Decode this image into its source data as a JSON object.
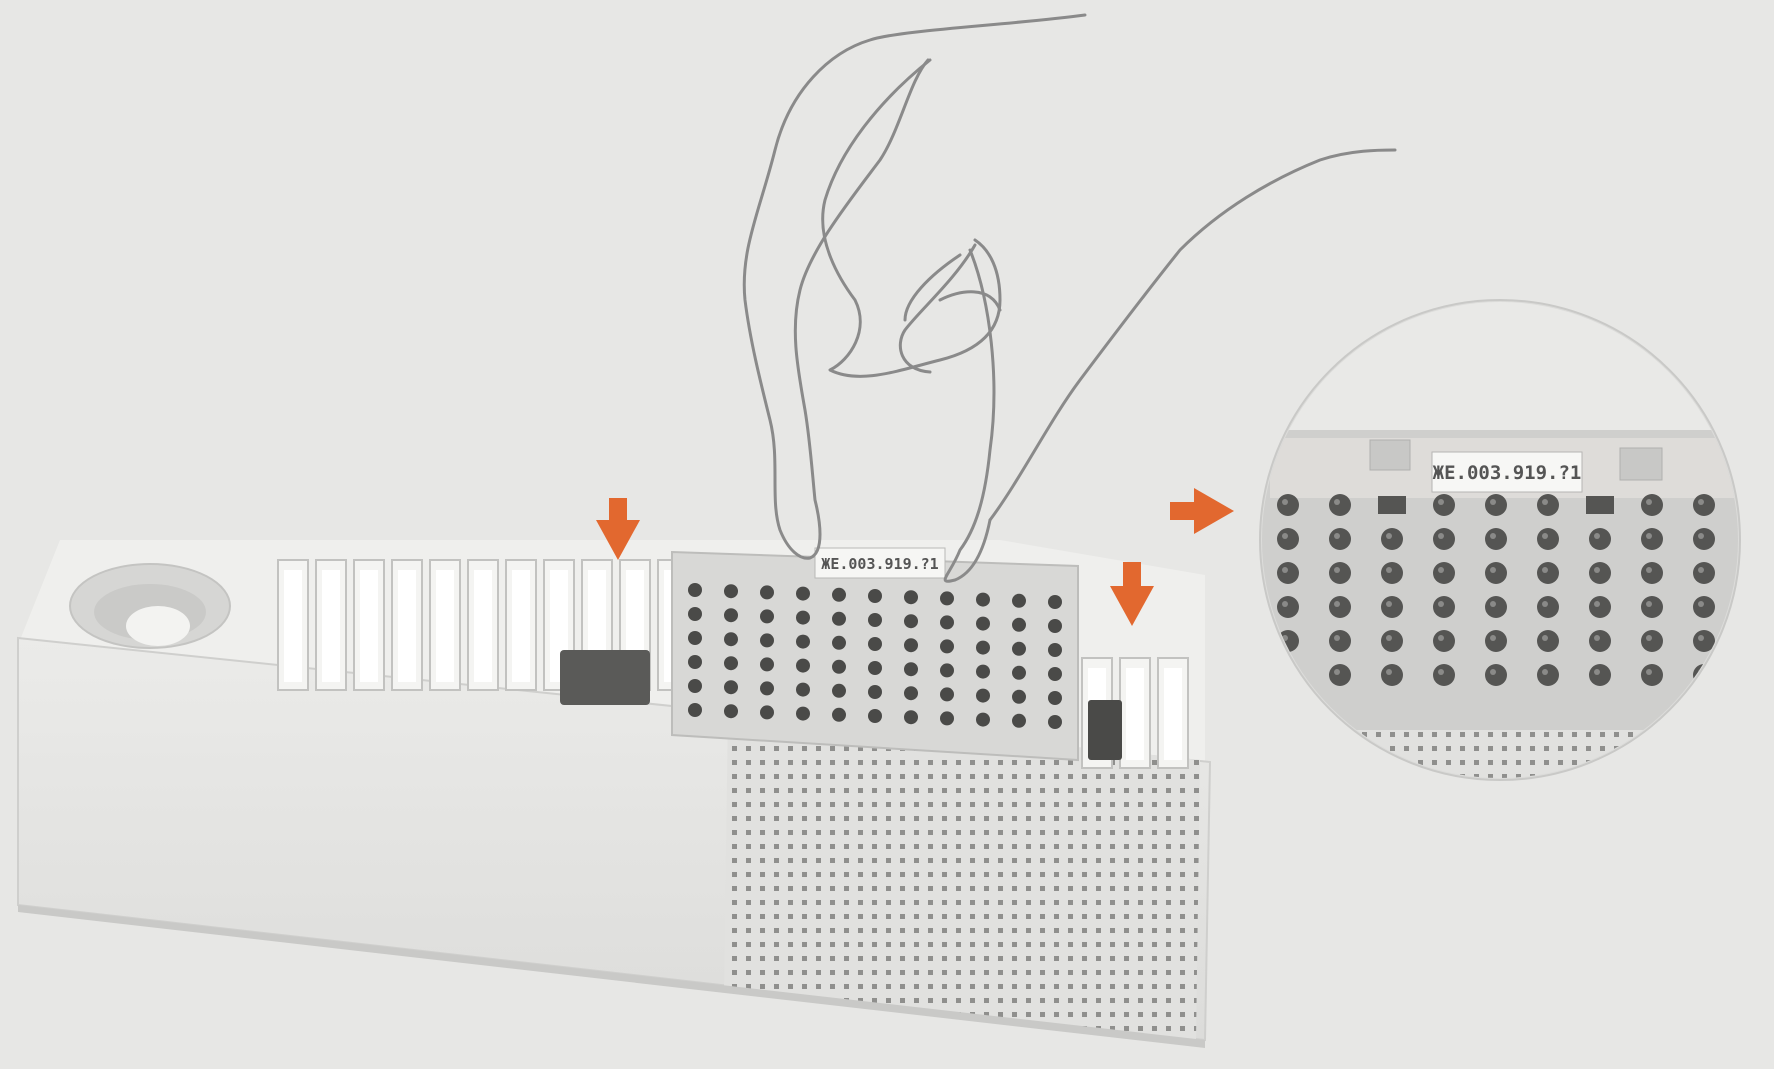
{
  "colors": {
    "background": "#e7e7e5",
    "device_body": "#e4e4e2",
    "device_top": "#ececea",
    "device_shadow": "#d2d2d0",
    "module": "#d9d9d7",
    "hole": "#444444",
    "hand_outline": "#8a8a8a",
    "arrow": "#e2682f"
  },
  "icons": {
    "hand": "hand-icon",
    "arrow_down": "arrow-down-icon",
    "arrow_right": "arrow-right-icon",
    "magnifier": "magnifier-circle"
  },
  "module": {
    "label": "ЖЕ.003.919.?1",
    "columns": 11,
    "rows": 6
  },
  "zoom": {
    "label": "ЖЕ.003.919.?1",
    "columns": 9,
    "rows": 6
  }
}
